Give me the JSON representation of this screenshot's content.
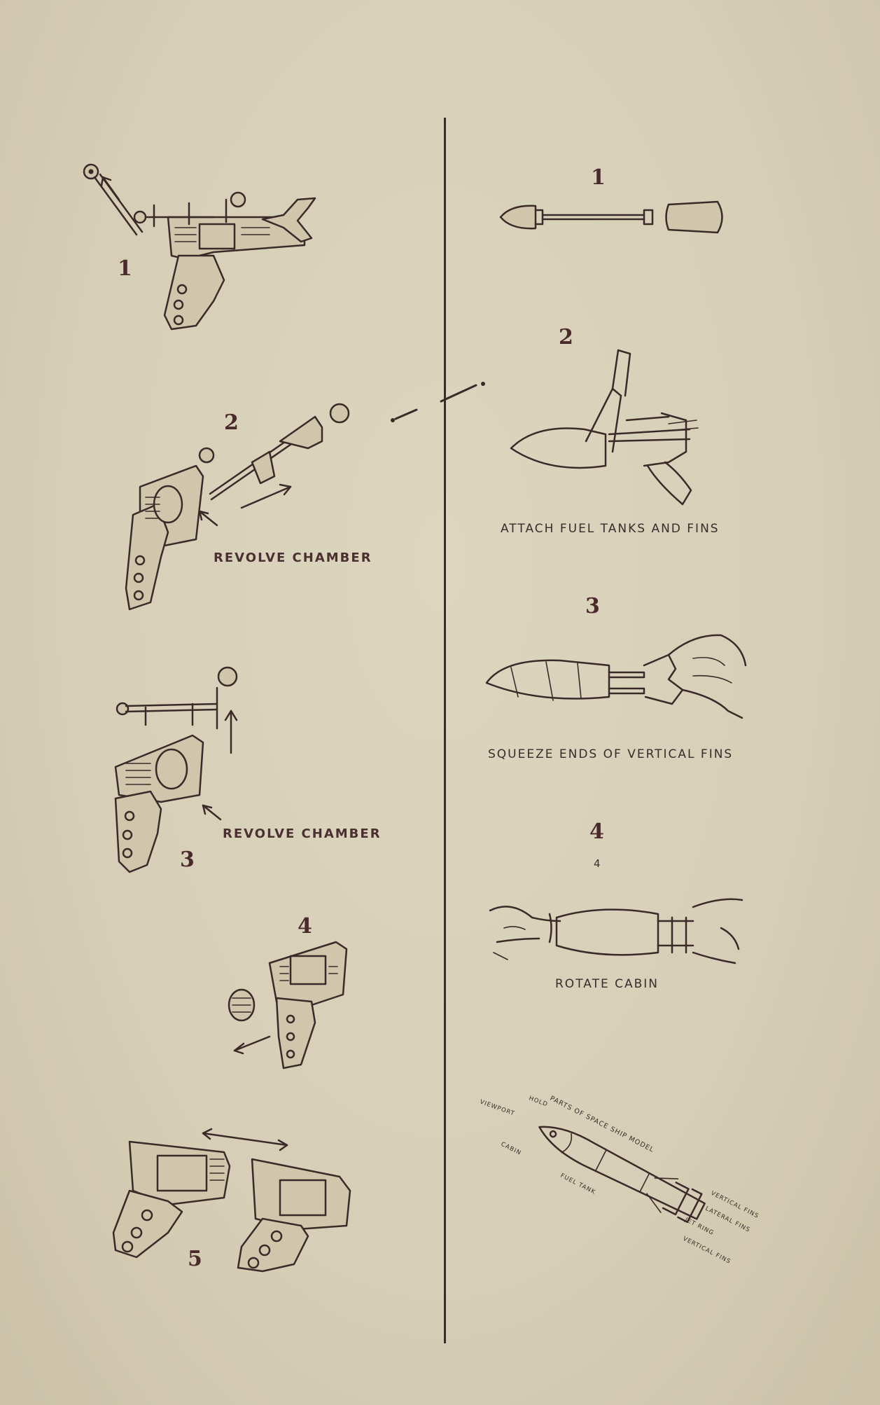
{
  "left_panel": {
    "steps": [
      {
        "number": "1"
      },
      {
        "number": "2",
        "caption": "REVOLVE CHAMBER"
      },
      {
        "number": "3",
        "caption": "REVOLVE CHAMBER"
      },
      {
        "number": "4"
      },
      {
        "number": "5"
      }
    ]
  },
  "right_panel": {
    "steps": [
      {
        "number": "1"
      },
      {
        "number": "2",
        "caption": "ATTACH  FUEL TANKS AND FINS"
      },
      {
        "number": "3",
        "caption": "SQUEEZE ENDS OF VERTICAL FINS"
      },
      {
        "number": "4",
        "sub_number": "4",
        "caption": "ROTATE CABIN"
      }
    ],
    "parts_diagram": {
      "title": "PARTS OF SPACE SHIP MODEL",
      "labels": {
        "viewport": "VIEWPORT",
        "hold": "HOLD",
        "cabin": "CABIN",
        "fuel_tank": "FUEL TANK",
        "vertical_fins_top": "VERTICAL FINS",
        "lateral_fins": "LATERAL FINS",
        "jet_ring": "JET RING",
        "vertical_fins_bottom": "VERTICAL FINS"
      }
    }
  },
  "colors": {
    "paper": "#d6ceb6",
    "ink": "#3a2a28"
  }
}
